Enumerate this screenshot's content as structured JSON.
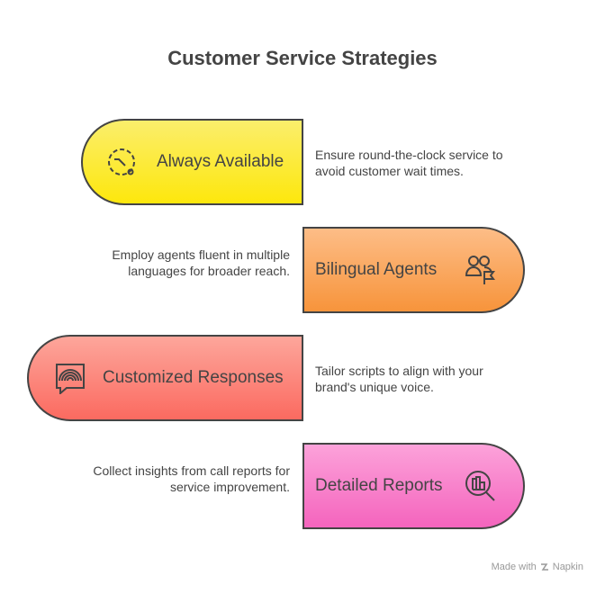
{
  "title": "Customer Service Strategies",
  "strategies": [
    {
      "label": "Always Available",
      "description": "Ensure round-the-clock service to avoid customer wait times.",
      "icon": "clock-dashed-icon",
      "color": "#fde70c"
    },
    {
      "label": "Bilingual Agents",
      "description": "Employ agents fluent in multiple languages for broader reach.",
      "icon": "people-flag-icon",
      "color": "#f7943b"
    },
    {
      "label": "Customized Responses",
      "description": "Tailor scripts to align with your brand's unique voice.",
      "icon": "speech-bubble-arcs-icon",
      "color": "#fb6a60"
    },
    {
      "label": "Detailed Reports",
      "description": "Collect insights from call reports for service improvement.",
      "icon": "report-magnifier-icon",
      "color": "#f464bd"
    }
  ],
  "watermark": {
    "prefix": "Made with",
    "brand": "Napkin"
  }
}
